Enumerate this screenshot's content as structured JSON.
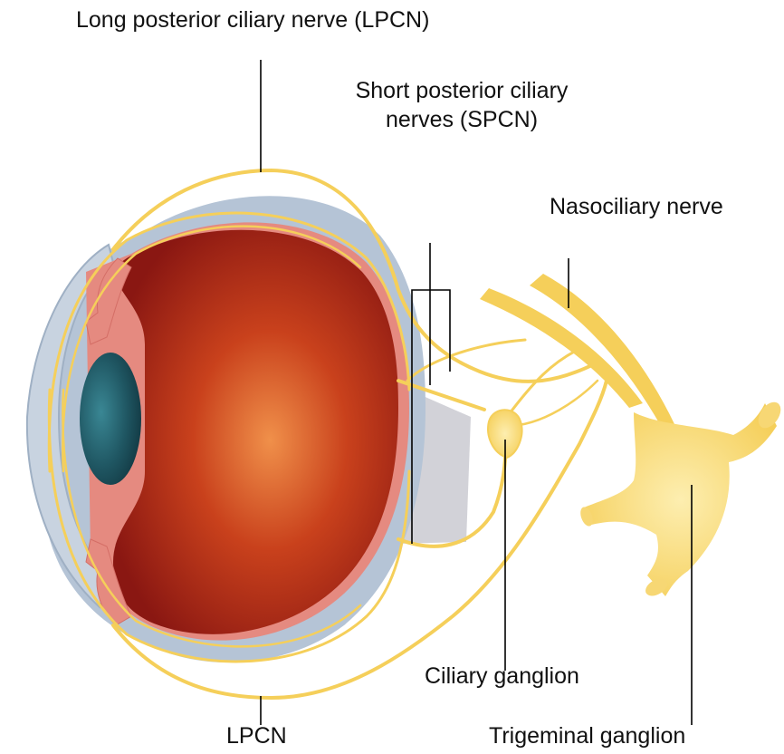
{
  "labels": {
    "lpcn_top": "Long posterior ciliary nerve (LPCN)",
    "spcn_line1": "Short posterior ciliary",
    "spcn_line2": "nerves (SPCN)",
    "nasociliary": "Nasociliary nerve",
    "ciliary_ganglion": "Ciliary ganglion",
    "lpcn_bottom": "LPCN",
    "trigeminal_ganglion": "Trigeminal ganglion"
  },
  "colors": {
    "nerve": "#f5cf5a",
    "nerve_light": "#fbe48a",
    "sclera": "#b5c4d6",
    "choroid": "#e58a80",
    "retina_dark": "#8a1712",
    "retina_mid": "#c9411c",
    "retina_center": "#f0904a",
    "lens": "#1f5662",
    "optic_nerve": "#d2d2d8",
    "leader_line": "#000000"
  }
}
